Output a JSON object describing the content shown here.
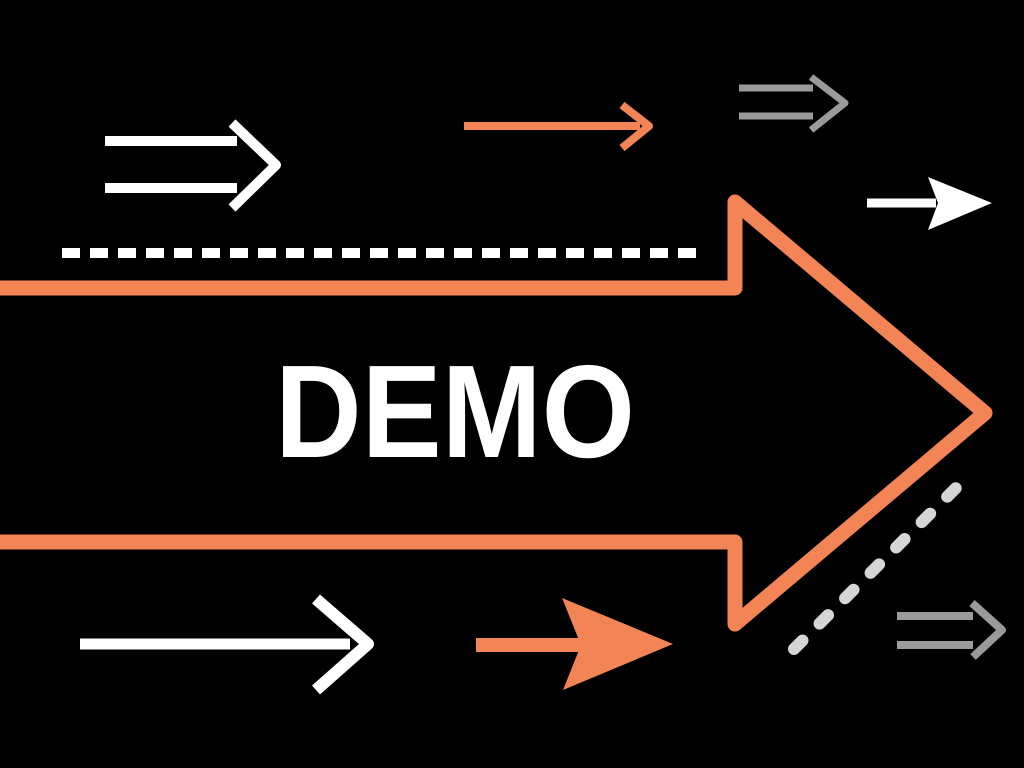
{
  "page": {
    "title": "DEMO"
  },
  "colors": {
    "background": "#000000",
    "orange": "#F28455",
    "white": "#FFFFFF",
    "gray": "#9A9A9A",
    "light-gray": "#D6D6D6"
  },
  "graphics": {
    "description": "Large orange outlined arrow pointing right labeled DEMO, surrounded by small decorative arrows",
    "arrows": [
      {
        "name": "outline-arrow-top-left",
        "color": "white",
        "style": "double-line shaft with open chevron head",
        "direction": "right"
      },
      {
        "name": "line-arrow-top-center",
        "color": "orange",
        "style": "thin line with open chevron head",
        "direction": "right"
      },
      {
        "name": "outline-arrow-top-right",
        "color": "gray",
        "style": "double-line shaft with open chevron head",
        "direction": "right"
      },
      {
        "name": "dart-arrow-right",
        "color": "white",
        "style": "thin line with solid dart head",
        "direction": "right"
      },
      {
        "name": "big-demo-arrow",
        "color": "orange",
        "style": "thick outline arrow, open tail",
        "direction": "right",
        "label": "DEMO"
      },
      {
        "name": "dashed-line-top",
        "color": "white",
        "style": "horizontal dashed line"
      },
      {
        "name": "dashed-line-diagonal",
        "color": "light-gray",
        "style": "diagonal dashed line along arrowhead lower edge"
      },
      {
        "name": "chevron-arrow-bottom-left",
        "color": "white",
        "style": "thin line with open chevron head",
        "direction": "right"
      },
      {
        "name": "dart-arrow-bottom-center",
        "color": "orange",
        "style": "thick line with large solid dart head",
        "direction": "right"
      },
      {
        "name": "outline-arrow-bottom-right",
        "color": "gray",
        "style": "double-line shaft with open chevron head",
        "direction": "right"
      }
    ]
  }
}
